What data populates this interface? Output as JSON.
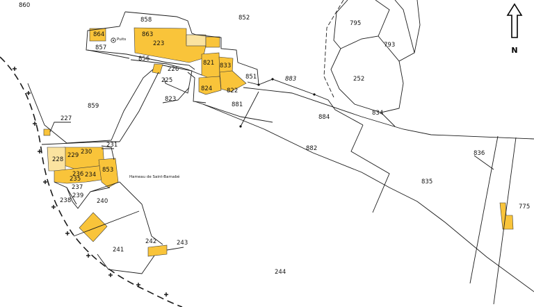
{
  "map": {
    "north_label": "N",
    "well_label": "Puits",
    "hamlet_label": "Hameau de Saint-Barnabé",
    "colors": {
      "building_main": "#f9c43a",
      "building_light": "#fbe3a0",
      "lines": "#1a1a1a",
      "background": "#ffffff"
    },
    "parcels": {
      "p860": "860",
      "p858": "858",
      "p852": "852",
      "p795": "795",
      "p793": "793",
      "p864": "864",
      "p863": "863",
      "p857": "857",
      "p223": "223",
      "p856": "856",
      "p226": "226",
      "p225": "225",
      "p821": "821",
      "p833": "833",
      "p851": "851",
      "p883": "883",
      "p252": "252",
      "p824": "824",
      "p822": "822",
      "p823": "823",
      "p881": "881",
      "p834": "834",
      "p884": "884",
      "p859": "859",
      "p227": "227",
      "p231": "231",
      "p230": "230",
      "p229": "229",
      "p228": "228",
      "p882": "882",
      "p836": "836",
      "p236": "236",
      "p234": "234",
      "p853": "853",
      "p235": "235",
      "p237": "237",
      "p238": "238",
      "p239": "239",
      "p240": "240",
      "p835": "835",
      "p775": "775",
      "p242": "242",
      "p243": "243",
      "p241": "241",
      "p244": "244"
    }
  }
}
